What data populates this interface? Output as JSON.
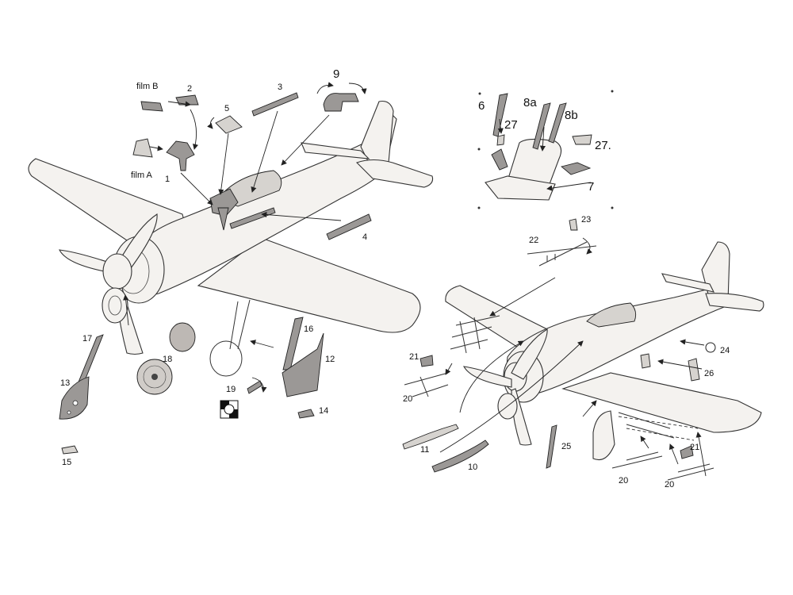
{
  "labels": {
    "film_b": "film B",
    "film_a": "film A",
    "p1": "1",
    "p2": "2",
    "p3": "3",
    "p4": "4",
    "p5": "5",
    "p6": "6",
    "p7": "7",
    "p8a": "8a",
    "p8b": "8b",
    "p9": "9",
    "p10": "10",
    "p11": "11",
    "p12": "12",
    "p13": "13",
    "p14": "14",
    "p15": "15",
    "p16": "16",
    "p17": "17",
    "p18": "18",
    "p19": "19",
    "p20a": "20",
    "p20b": "20",
    "p20c": "20",
    "p21a": "21",
    "p21b": "21",
    "p22": "22",
    "p23": "23",
    "p24": "24",
    "p25": "25",
    "p26": "26",
    "p27a": "27",
    "p27b": "27."
  },
  "colors": {
    "airframe_fill": "#f4f2ef",
    "etched_part_fill": "#9b9896",
    "outline": "#333333"
  }
}
